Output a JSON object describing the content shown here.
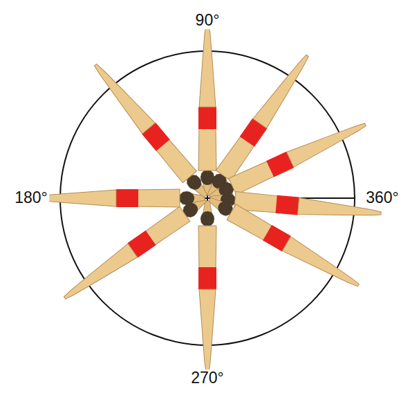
{
  "diagram": {
    "labels": [
      "90°",
      "180°",
      "360°",
      "270°"
    ]
  }
}
